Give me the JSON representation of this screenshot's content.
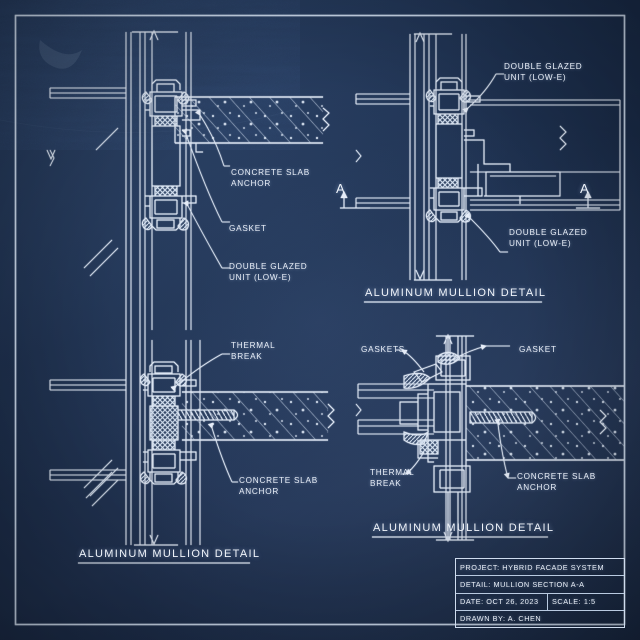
{
  "sheet": {
    "background_color": "#213a5e",
    "ink_color": "#e3ebf6",
    "border": "inset drawing frame"
  },
  "details": [
    {
      "id": "top-left",
      "caption": "ALUMINUM MULLION DETAIL",
      "view": "vertical section at slab edge",
      "labels": [
        "CONCRETE SLAB\nANCHOR",
        "GASKET",
        "DOUBLE GLAZED\nUNIT (LOW-E)"
      ]
    },
    {
      "id": "top-right",
      "caption": "ALUMINUM MULLION DETAIL",
      "view": "vertical section with section cut A-A",
      "labels": [
        "DOUBLE GLAZED\nUNIT (LOW-E)",
        "DOUBLE GLAZED\nUNIT (LOW-E)"
      ],
      "section_marks": [
        "A",
        "A"
      ]
    },
    {
      "id": "bottom-left",
      "caption": "ALUMINUM MULLION DETAIL",
      "view": "vertical section at slab",
      "labels": [
        "THERMAL\nBREAK",
        "CONCRETE SLAB\nANCHOR"
      ]
    },
    {
      "id": "bottom-right",
      "caption": "ALUMINUM MULLION DETAIL",
      "view": "horizontal plan section",
      "labels": [
        "GASKETS",
        "GASKET",
        "THERMAL\nBREAK",
        "CONCRETE SLAB\nANCHOR"
      ]
    }
  ],
  "title_block": {
    "project_label": "PROJECT: HYBRID FACADE SYSTEM",
    "detail_label": "DETAIL: MULLION SECTION A-A",
    "date_label": "DATE: OCT 26, 2023",
    "scale_label": "SCALE: 1:5",
    "drawn_by_label": "DRAWN BY: A. CHEN"
  }
}
